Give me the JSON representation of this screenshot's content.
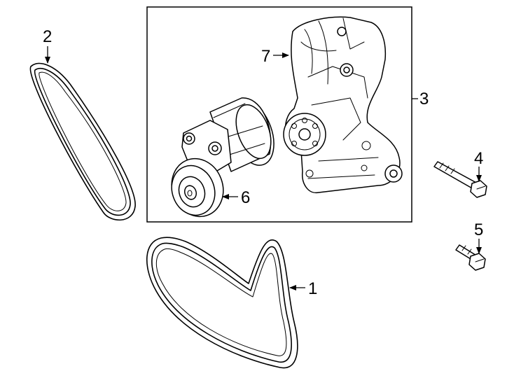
{
  "diagram": {
    "callouts": {
      "belt_large": "1",
      "belt_small": "2",
      "assembly": "3",
      "bolt_long": "4",
      "bolt_short": "5",
      "tensioner": "6",
      "bracket": "7"
    }
  }
}
